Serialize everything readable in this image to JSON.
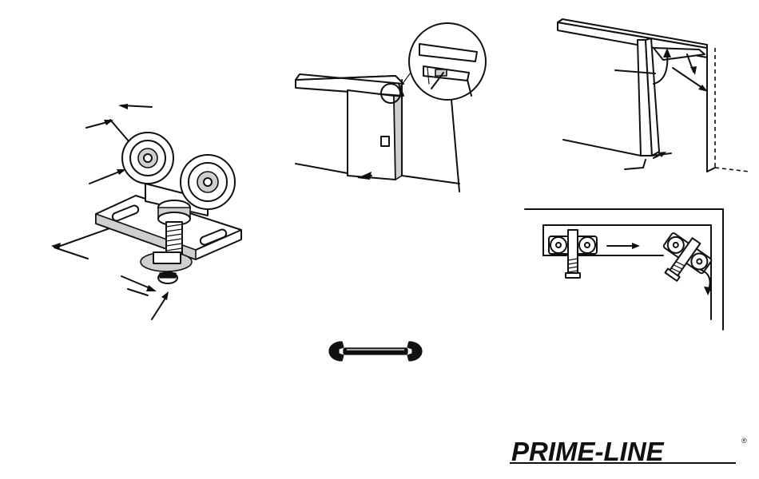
{
  "brand": {
    "name": "PRIME-LINE",
    "trademark": "®"
  },
  "figures": [
    {
      "id": "roller-assembly",
      "icon": "door-roller-hanger-icon"
    },
    {
      "id": "door-install",
      "icon": "door-on-track-icon"
    },
    {
      "id": "door-pivot",
      "icon": "door-pivot-icon"
    },
    {
      "id": "roller-adjust",
      "icon": "roller-rotation-icon"
    },
    {
      "id": "tool",
      "icon": "wrench-icon"
    }
  ]
}
